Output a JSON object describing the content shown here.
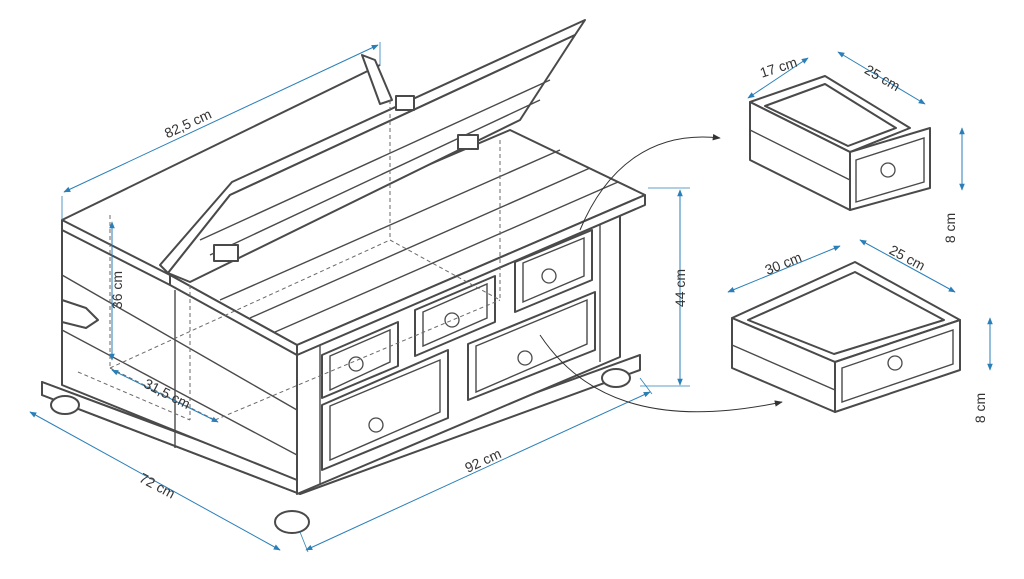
{
  "colors": {
    "line": "#4a4a4a",
    "dimension": "#2a7fb8",
    "text": "#333333",
    "background": "#ffffff"
  },
  "dimensions": {
    "lid_length": "82,5 cm",
    "height_inner": "36 cm",
    "height_total": "44 cm",
    "depth_inner": "31,5 cm",
    "depth_total": "72 cm",
    "width_total": "92 cm",
    "small_drawer_width": "17 cm",
    "small_drawer_depth": "25 cm",
    "small_drawer_height": "8 cm",
    "large_drawer_width": "30 cm",
    "large_drawer_depth": "25 cm",
    "large_drawer_height": "8 cm"
  },
  "icons": [
    "pull-handle-icon",
    "lid-hinge-icon",
    "arrow-callout-icon"
  ]
}
